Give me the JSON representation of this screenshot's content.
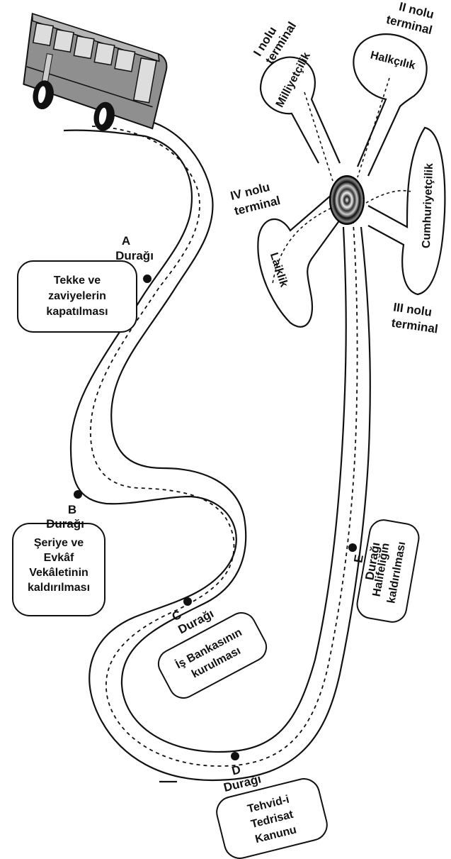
{
  "bus": {
    "icon": "bus-icon"
  },
  "hub": {
    "icon": "hub-swirl-icon"
  },
  "stops": {
    "a": {
      "letter": "A",
      "label": "Durağı",
      "box_lines": [
        "Tekke ve",
        "zaviyelerin",
        "kapatılması"
      ]
    },
    "b": {
      "letter": "B",
      "label": "Durağı",
      "box_lines": [
        "Şeriye ve",
        "Evkâf",
        "Vekâletinin",
        "kaldırılması"
      ]
    },
    "c": {
      "letter": "C",
      "label": "Durağı",
      "box_lines": [
        "İş Bankasının",
        "kurulması"
      ]
    },
    "d": {
      "letter": "D",
      "label": "Durağı",
      "box_lines": [
        "Tehvid-i",
        "Tedrisat",
        "Kanunu"
      ]
    },
    "e": {
      "letter": "E",
      "label": "Durağı",
      "box_lines": [
        "Halifeliğin",
        "kaldırılması"
      ]
    }
  },
  "terminals": {
    "t1": {
      "lines": [
        "I nolu",
        "terminal"
      ],
      "principle": "Milliyetçilik"
    },
    "t2": {
      "lines": [
        "II nolu",
        "terminal"
      ],
      "principle": "Halkçılık"
    },
    "t3": {
      "lines": [
        "III nolu",
        "terminal"
      ],
      "principle": "Cumhuriyetçilik"
    },
    "t4": {
      "lines": [
        "IV nolu",
        "terminal"
      ],
      "principle": "Laiklik"
    }
  }
}
